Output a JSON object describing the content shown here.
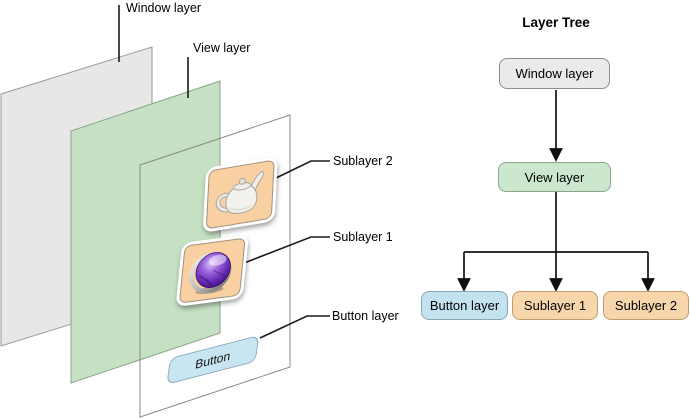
{
  "figure": {
    "scene": {
      "labels": {
        "window": "Window layer",
        "view": "View layer",
        "sublayer2": "Sublayer 2",
        "sublayer1": "Sublayer 1",
        "button_layer": "Button layer",
        "button": "Button"
      },
      "icons": {
        "sublayer2_icon": "teapot-icon",
        "sublayer1_icon": "purple-sphere-icon"
      }
    },
    "tree": {
      "title": "Layer Tree",
      "nodes": [
        {
          "id": "window",
          "label": "Window layer",
          "fill": "#EAEAEA",
          "border": "#8C8C8C"
        },
        {
          "id": "view",
          "label": "View layer",
          "fill": "#CBE7CD",
          "border": "#8CA58E"
        },
        {
          "id": "button",
          "label": "Button layer",
          "fill": "#C3E2F0",
          "border": "#8AA5B5"
        },
        {
          "id": "sublayer1",
          "label": "Sublayer 1",
          "fill": "#F8D6AB",
          "border": "#C09C72"
        },
        {
          "id": "sublayer2",
          "label": "Sublayer 2",
          "fill": "#F8D6AB",
          "border": "#C09C72"
        }
      ]
    },
    "colors": {
      "window_layer_fill": "#E7E8E6",
      "view_layer_fill": "#C5E0C3",
      "front_layer_outline": "#8A8A88",
      "sublayer_tile_fill": "#F9D0A1",
      "button_fill": "#C8E5F2",
      "connector": "#111111"
    }
  }
}
